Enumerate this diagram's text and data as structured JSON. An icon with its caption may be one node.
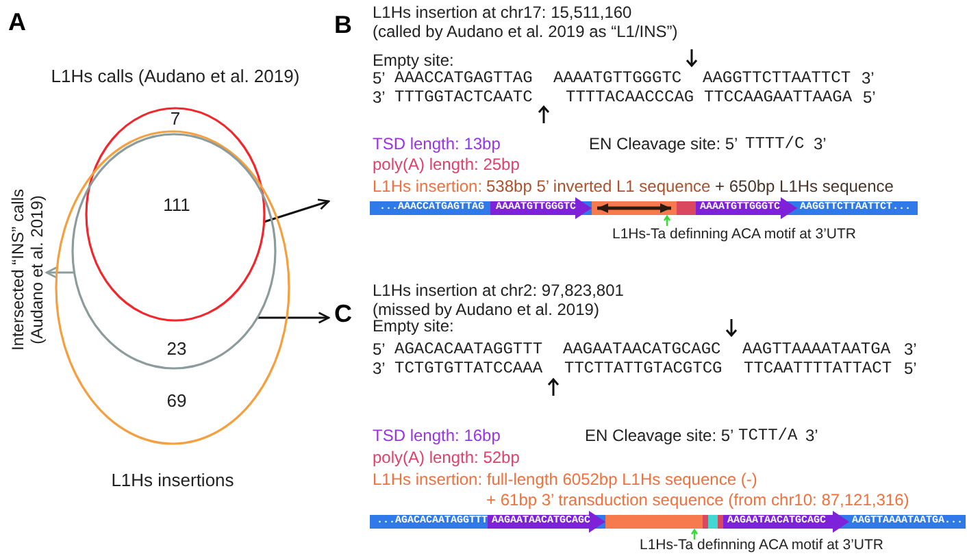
{
  "diagram": {
    "nodes": [
      {
        "text": [
          "L1Hs calls (Audano et al. 2019)"
        ]
      },
      {
        "text": [],
        "shape": "ellipse",
        "in": 2
      },
      {
        "text": [
          "L1Hs insertions"
        ]
      },
      {
        "text": [
          "Intersected “INS” calls (Audano et al. 2019)"
        ]
      },
      {
        "text": [
          "L1Hs insertion at chr17: 15,511,160 (called by Audano et al. 2019 as “L1/INS”)"
        ]
      },
      {
        "text": [
          "L1Hs insertion at chr2: 97,823,801 (missed by Audano et al. 2019)"
        ]
      }
    ],
    "edges": [
      {
        "from": 0,
        "to": 4,
        "arrow": "to"
      },
      {
        "from": 1,
        "to": 5,
        "arrow": "to"
      },
      {
        "from": 1,
        "to": 3,
        "arrow": "to",
        "color": "#8c9c9c"
      }
    ],
    "labels": [
      "A",
      "B",
      "C",
      "7",
      "111",
      "23",
      "69",
      "Empty site:",
      "5’",
      "AAACCATGAGTTAG",
      "AAAATGTTGGGTC",
      "AAGGTTCTTAATTCT",
      "3’",
      "3’",
      "TTTGGTACTCAATC",
      "TTTTACAACCCAG",
      "TTCCAAGAATTAAGA",
      "5’",
      "TSD length: 13bp",
      "EN Cleavage site: 5’",
      "TTTT/C",
      "3’",
      "poly(A) length: 25bp",
      "L1Hs insertion:",
      "538bp 5’ inverted L1 sequence",
      "+ 650bp L1Hs sequence",
      "...AAACCATGAGTTAG",
      "AAAATGTTGGGTC",
      "AAAATGTTGGGTC",
      "AAGGTTCTTAATTCT...",
      "L1Hs-Ta definning ACA motif at 3’UTR",
      "Empty site:",
      "5’",
      "AGACACAATAGGTTT",
      "AAGAATAACATGCAGC",
      "AAGTTAAAATAATGA",
      "3’",
      "3’",
      "TCTGTGTTATCCAAA",
      "TTCTTATTGTACGTCG",
      "TTCAATTTTATTACT",
      "5’",
      "TSD length: 16bp",
      "EN Cleavage site: 5’",
      "TCTT/A",
      "3’",
      "poly(A) length: 52bp",
      "L1Hs insertion: full-length 6052bp L1Hs sequence (-)",
      "+ 61bp 3’ transduction sequence (from chr10: 87,121,316)",
      "...AGACACAATAGGTTT",
      "AAGAATAACATGCAGC",
      "AAGAATAACATGCAGC",
      "AAGTTAAAATAATGA...",
      "L1Hs-Ta definning ACA motif at 3’UTR"
    ]
  }
}
